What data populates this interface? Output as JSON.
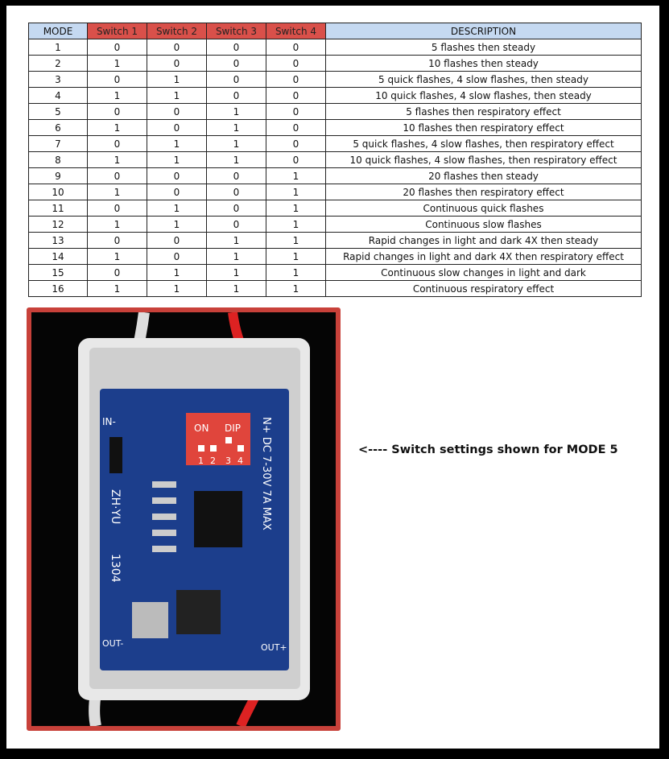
{
  "table": {
    "headers": [
      "MODE",
      "Switch 1",
      "Switch 2",
      "Switch 3",
      "Switch 4",
      "DESCRIPTION"
    ],
    "rows": [
      [
        "1",
        "0",
        "0",
        "0",
        "0",
        "5 flashes then steady"
      ],
      [
        "2",
        "1",
        "0",
        "0",
        "0",
        "10 flashes then steady"
      ],
      [
        "3",
        "0",
        "1",
        "0",
        "0",
        "5 quick flashes, 4 slow flashes, then steady"
      ],
      [
        "4",
        "1",
        "1",
        "0",
        "0",
        "10 quick flashes, 4 slow flashes, then steady"
      ],
      [
        "5",
        "0",
        "0",
        "1",
        "0",
        "5 flashes then respiratory effect"
      ],
      [
        "6",
        "1",
        "0",
        "1",
        "0",
        "10 flashes then respiratory effect"
      ],
      [
        "7",
        "0",
        "1",
        "1",
        "0",
        "5 quick flashes, 4 slow flashes, then respiratory effect"
      ],
      [
        "8",
        "1",
        "1",
        "1",
        "0",
        "10 quick flashes, 4 slow flashes, then respiratory effect"
      ],
      [
        "9",
        "0",
        "0",
        "0",
        "1",
        "20 flashes then steady"
      ],
      [
        "10",
        "1",
        "0",
        "0",
        "1",
        "20 flashes then respiratory effect"
      ],
      [
        "11",
        "0",
        "1",
        "0",
        "1",
        "Continuous quick flashes"
      ],
      [
        "12",
        "1",
        "1",
        "0",
        "1",
        "Continuous slow flashes"
      ],
      [
        "13",
        "0",
        "0",
        "1",
        "1",
        "Rapid changes in light and dark 4X then steady"
      ],
      [
        "14",
        "1",
        "0",
        "1",
        "1",
        "Rapid changes in light and dark 4X then respiratory effect"
      ],
      [
        "15",
        "0",
        "1",
        "1",
        "1",
        "Continuous slow changes in light and dark"
      ],
      [
        "16",
        "1",
        "1",
        "1",
        "1",
        "Continuous respiratory effect"
      ]
    ]
  },
  "photo": {
    "dip_label_on": "ON",
    "dip_label_dip": "DIP",
    "dip_numbers": [
      "1",
      "2",
      "3",
      "4"
    ],
    "board_text": [
      "IN-",
      "ZH·YU",
      "1304",
      "N+ DC 7-30V 7A MAX",
      "OUT-",
      "OUT+"
    ]
  },
  "note": "<---- Switch settings shown for MODE 5"
}
